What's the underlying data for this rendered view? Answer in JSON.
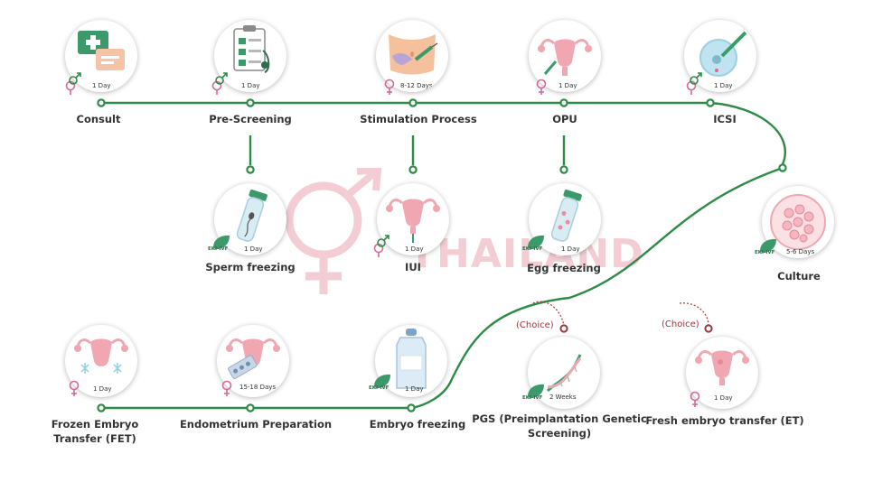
{
  "watermark": {
    "text": "THAILAND"
  },
  "badge_text": "EKI-IVF",
  "colors": {
    "line": "#2e8b46",
    "node_fill": "#ffffff",
    "choice": "#a0353a",
    "female": "#d46a9a",
    "male": "#2e8b46",
    "uterus": "#f0a7b2"
  },
  "steps": {
    "consult": {
      "label": "Consult",
      "duration": "1 Day",
      "icon": "chat-medical-icon"
    },
    "prescreening": {
      "label": "Pre-Screening",
      "duration": "1 Day",
      "icon": "clipboard-stethoscope-icon"
    },
    "stimulation": {
      "label": "Stimulation Process",
      "duration": "8-12 Days",
      "icon": "abdomen-injection-icon"
    },
    "opu": {
      "label": "OPU",
      "duration": "1 Day",
      "icon": "uterus-needle-icon"
    },
    "icsi": {
      "label": "ICSI",
      "duration": "1 Day",
      "icon": "egg-injection-icon"
    },
    "sperm_freezing": {
      "label": "Sperm freezing",
      "duration": "1 Day",
      "icon": "sperm-tube-icon"
    },
    "iui": {
      "label": "IUI",
      "duration": "1 Day",
      "icon": "uterus-icon"
    },
    "egg_freezing": {
      "label": "Egg freezing",
      "duration": "1 Day",
      "icon": "egg-tube-icon"
    },
    "culture": {
      "label": "Culture",
      "duration": "5-6 Days",
      "icon": "embryo-cells-icon"
    },
    "pgs": {
      "label": "PGS (Preimplantation Genetic Screening)",
      "duration": "2 Weeks",
      "choice": "(Choice)",
      "icon": "dna-icon"
    },
    "fresh_et": {
      "label": "Fresh embryo transfer (ET)",
      "duration": "1 Day",
      "choice": "(Choice)",
      "icon": "uterus-icon"
    },
    "fet": {
      "label": "Frozen Embryo Transfer (FET)",
      "duration": "1 Day",
      "icon": "uterus-snowflake-icon"
    },
    "endometrium": {
      "label": "Endometrium Preparation",
      "duration": "15-18 Days",
      "icon": "uterus-pills-icon"
    },
    "embryo_freezing": {
      "label": "Embryo freezing",
      "duration": "1 Day",
      "icon": "cryo-tank-icon"
    }
  }
}
